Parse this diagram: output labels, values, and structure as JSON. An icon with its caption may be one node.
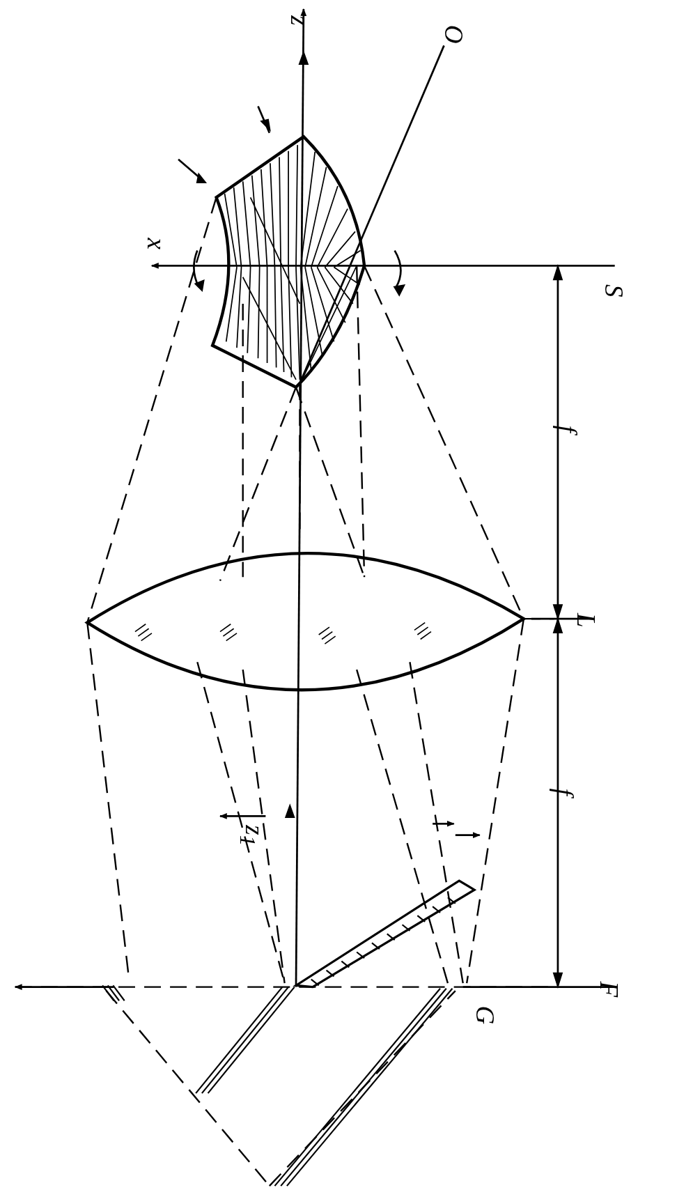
{
  "diagram": {
    "labels": [
      "z",
      "O",
      "x",
      "S",
      "f",
      "L",
      "f",
      "z$_{1}$",
      "F",
      "G"
    ]
  }
}
